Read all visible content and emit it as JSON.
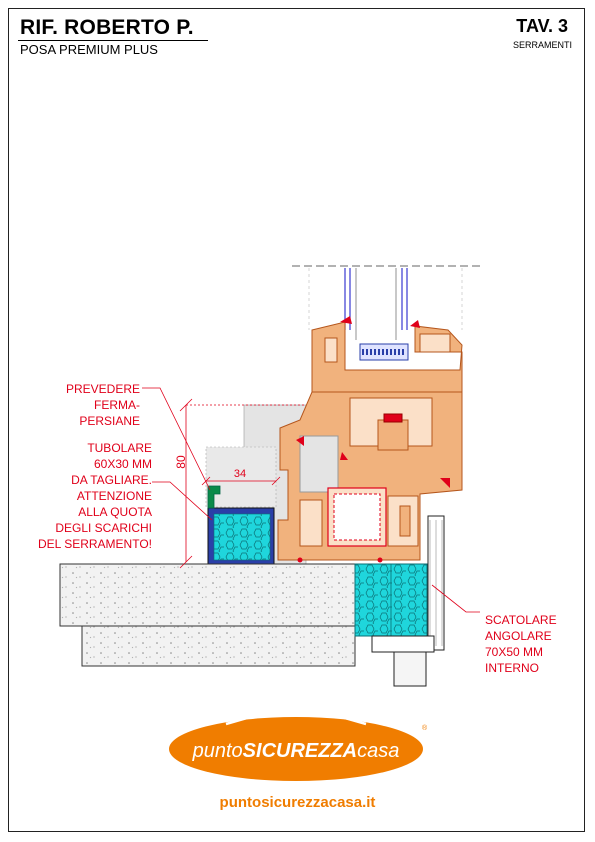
{
  "header": {
    "title": "RIF. ROBERTO P.",
    "subtitle": "POSA PREMIUM PLUS",
    "sheet": "TAV. 3",
    "sheet_sub": "SERRAMENTI"
  },
  "annotations": {
    "note_persiane": [
      "PREVEDERE",
      "FERMA-PERSIANE"
    ],
    "note_tubolare": [
      "TUBOLARE",
      "60X30 MM",
      "DA TAGLIARE.",
      "ATTENZIONE",
      "ALLA QUOTA",
      "DEGLI SCARICHI",
      "DEL SERRAMENTO!"
    ],
    "note_scatolare": [
      "SCATOLARE",
      "ANGOLARE",
      "70X50 MM",
      "INTERNO"
    ],
    "dim_height": "80",
    "dim_width": "34"
  },
  "logo": {
    "part1": "punto",
    "part2": "SICUREZZA",
    "part3": "casa",
    "registered": "®",
    "url": "puntosicurezzacasa.it"
  },
  "colors": {
    "accent_red": "#e0001a",
    "frame_orange": "#f1b27d",
    "frame_stroke": "#d2691e",
    "insulation_cyan": "#1fd6dc",
    "tube_blue": "#2a3fa8",
    "logo_orange": "#f07d00"
  }
}
